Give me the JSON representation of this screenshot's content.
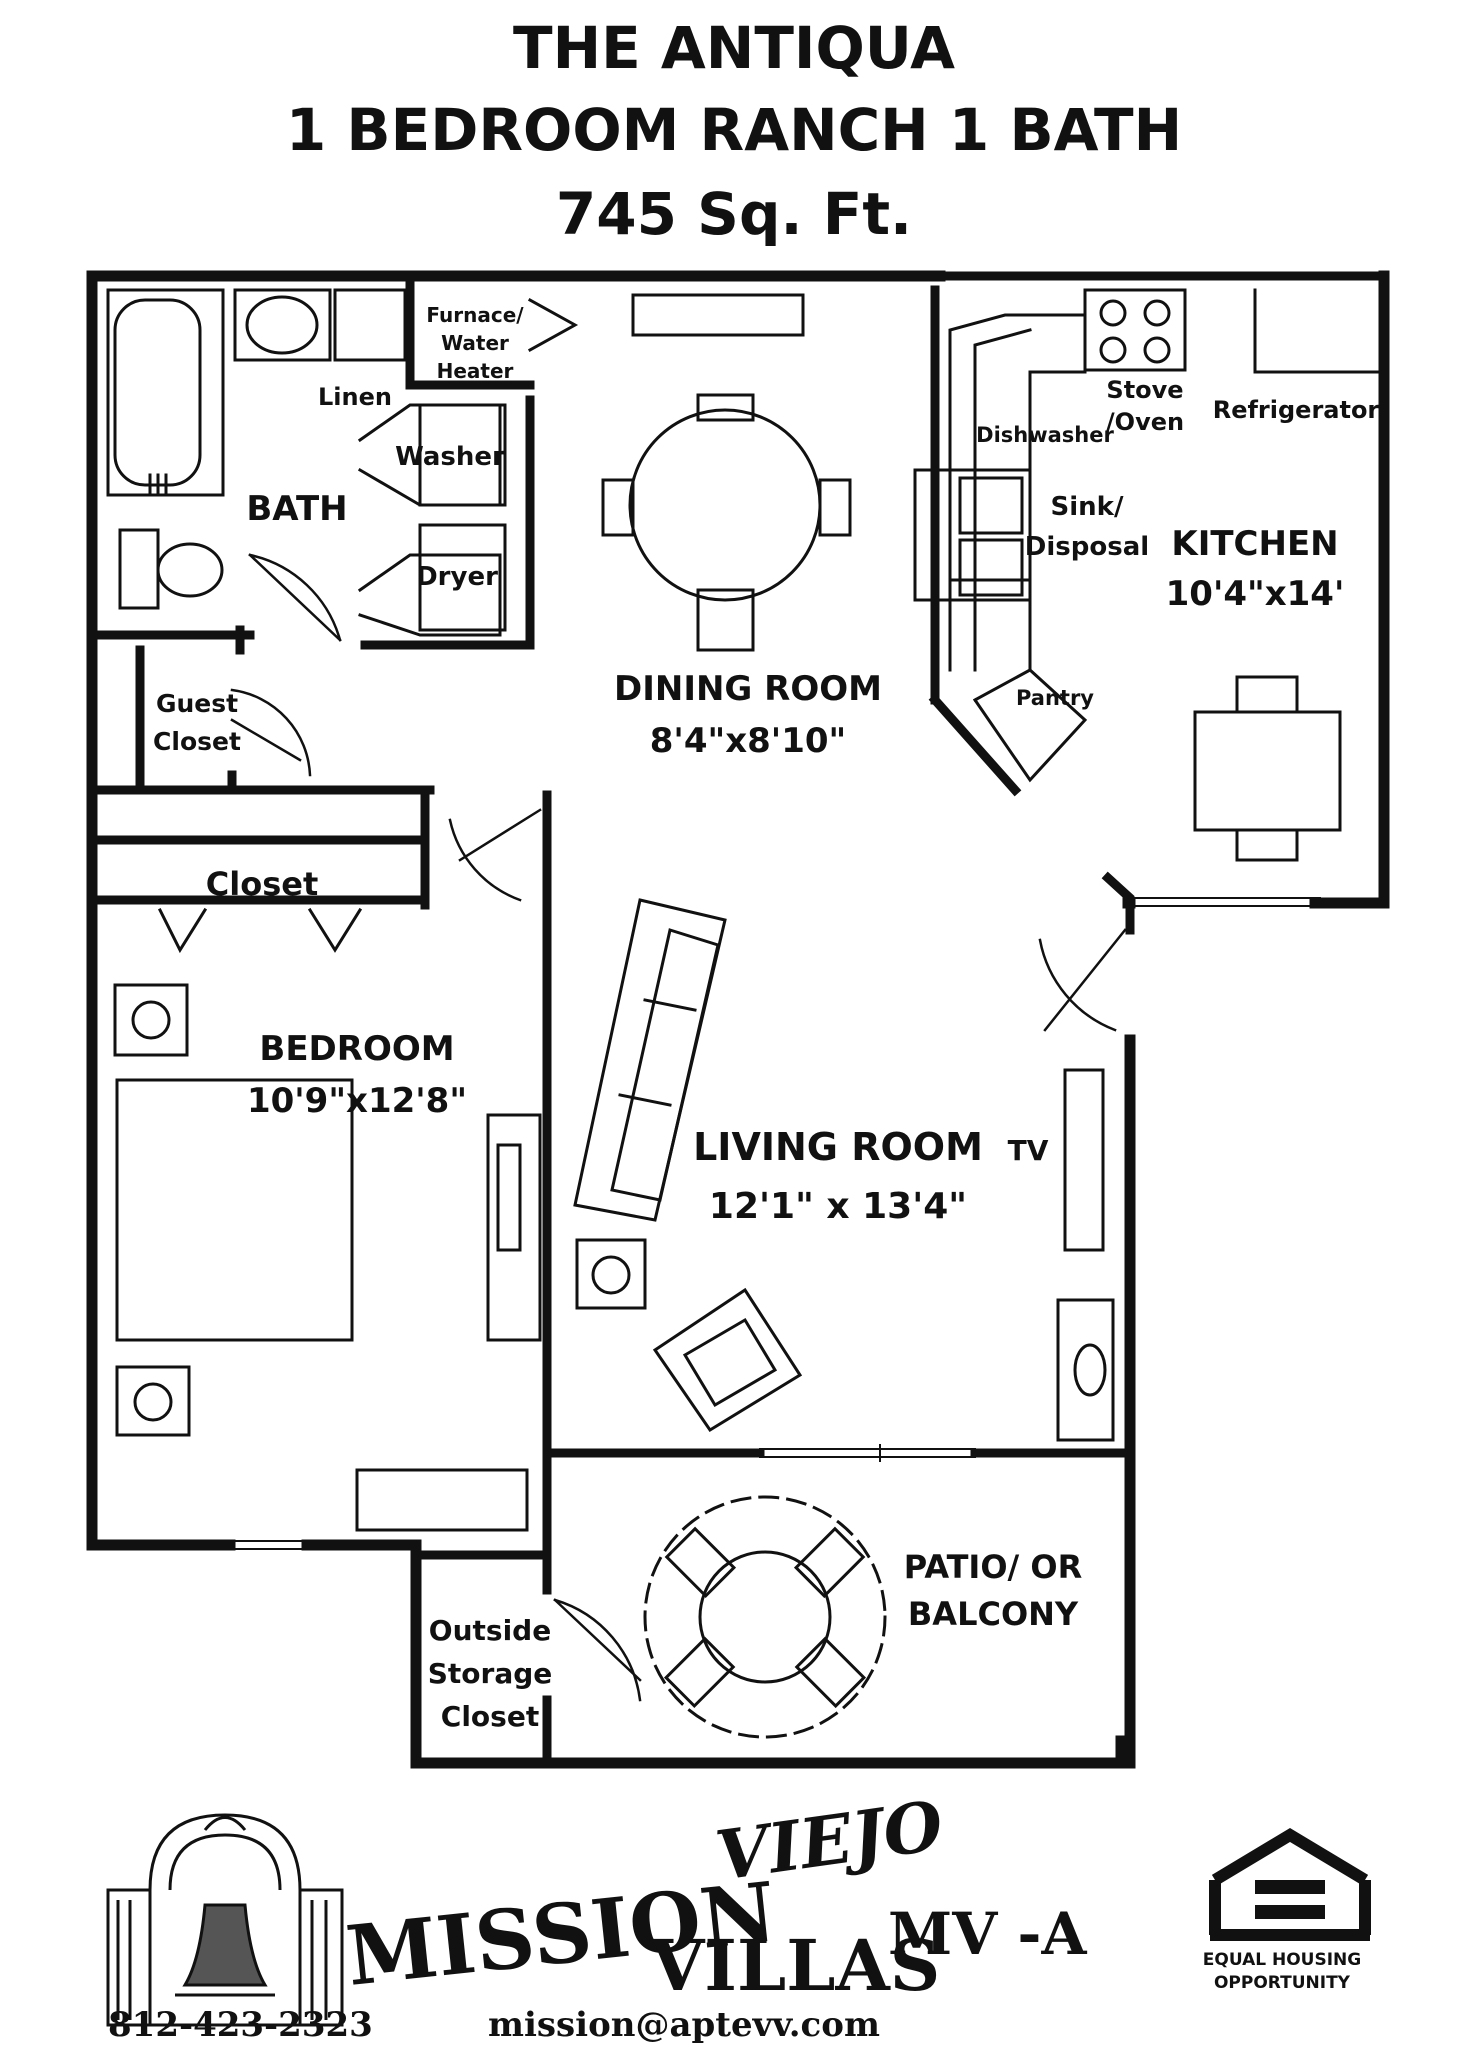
{
  "header": {
    "title": "THE ANTIQUA",
    "subtitle": "1 BEDROOM RANCH 1 BATH",
    "area": "745 Sq. Ft."
  },
  "rooms": {
    "bath": "BATH",
    "linen": "Linen",
    "furnace": [
      "Furnace/",
      "Water",
      "Heater"
    ],
    "washer": "Washer",
    "dryer": "Dryer",
    "guest_closet": [
      "Guest",
      "Closet"
    ],
    "closet": "Closet",
    "bedroom": "BEDROOM",
    "bedroom_size": "10'9\"x12'8\"",
    "dining": "DINING ROOM",
    "dining_size": "8'4\"x8'10\"",
    "living": "LIVING ROOM",
    "living_size": "12'1\" x 13'4\"",
    "tv": "TV",
    "kitchen": "KITCHEN",
    "kitchen_size": "10'4\"x14'",
    "stove": [
      "Stove",
      "/Oven"
    ],
    "refrigerator": "Refrigerator",
    "dishwasher": "Dishwasher",
    "sink": [
      "Sink/",
      "Disposal"
    ],
    "pantry": "Pantry",
    "patio": [
      "PATIO/ OR",
      "BALCONY"
    ],
    "storage": [
      "Outside",
      "Storage",
      "Closet"
    ]
  },
  "footer": {
    "brand_line1": "VIEJO",
    "brand_mission": "MISSION",
    "brand_villas": "VILLAS",
    "unit_code": "MV -A",
    "equal_housing": [
      "EQUAL HOUSING",
      "OPPORTUNITY"
    ],
    "phone": "812-423-2323",
    "email": "mission@aptevv.com"
  }
}
